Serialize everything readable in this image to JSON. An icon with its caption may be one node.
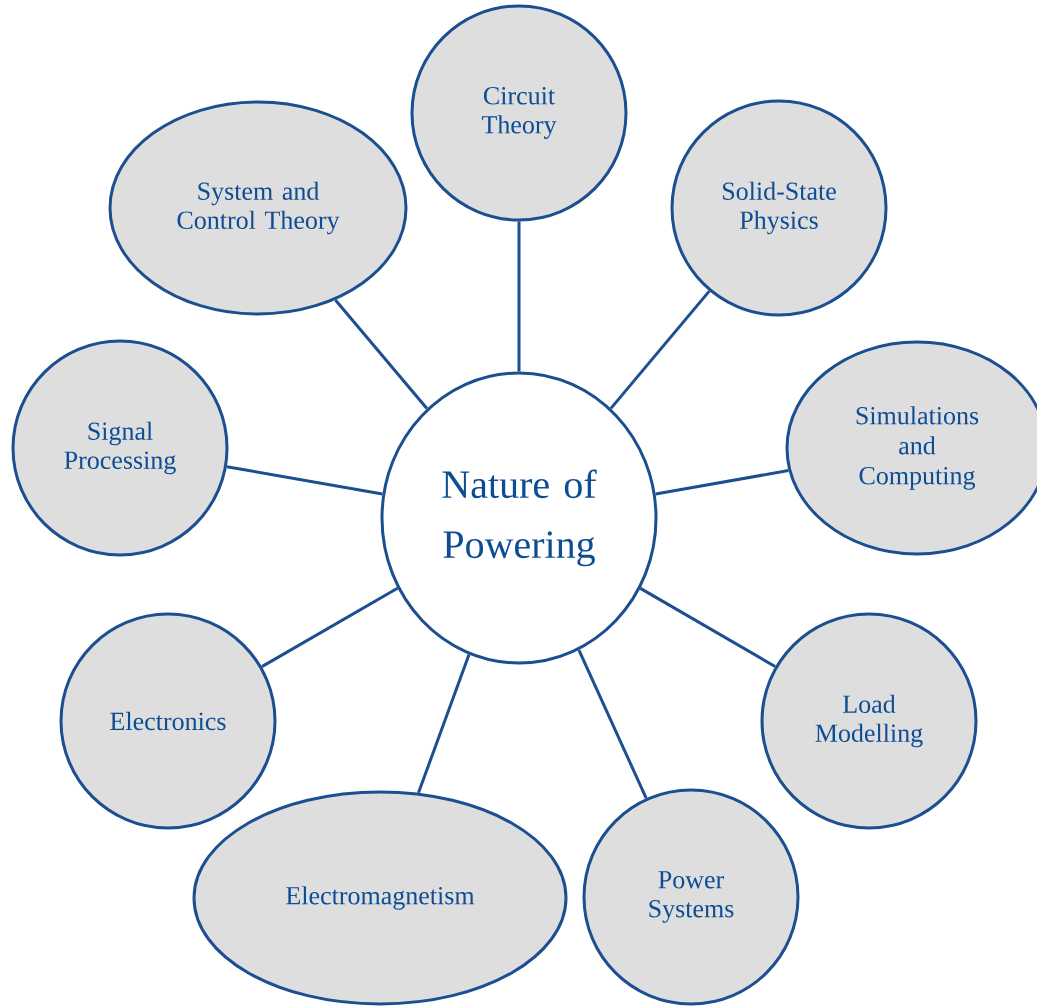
{
  "diagram": {
    "nodes": [
      {
        "text": [
          "Nature of Powering"
        ]
      },
      {
        "text": [
          "Circuit Theory"
        ]
      },
      {
        "text": [
          "Solid-State Physics"
        ]
      },
      {
        "text": [
          "Simulations and Computing"
        ]
      },
      {
        "text": [
          "Load Modelling"
        ]
      },
      {
        "text": [
          "Power Systems"
        ]
      },
      {
        "text": [
          "Electromagnetism"
        ]
      },
      {
        "text": [
          "Electronics"
        ]
      },
      {
        "text": [
          "Signal Processing"
        ]
      },
      {
        "text": [
          "System and Control Theory"
        ]
      }
    ],
    "edges": [
      {
        "from": 0,
        "to": 1,
        "arrow": "none"
      },
      {
        "from": 0,
        "to": 2,
        "arrow": "none"
      },
      {
        "from": 0,
        "to": 3,
        "arrow": "none"
      },
      {
        "from": 0,
        "to": 4,
        "arrow": "none"
      },
      {
        "from": 0,
        "to": 5,
        "arrow": "none"
      },
      {
        "from": 0,
        "to": 6,
        "arrow": "none"
      },
      {
        "from": 0,
        "to": 7,
        "arrow": "none"
      },
      {
        "from": 0,
        "to": 8,
        "arrow": "none"
      },
      {
        "from": 0,
        "to": 9,
        "arrow": "none"
      }
    ]
  }
}
